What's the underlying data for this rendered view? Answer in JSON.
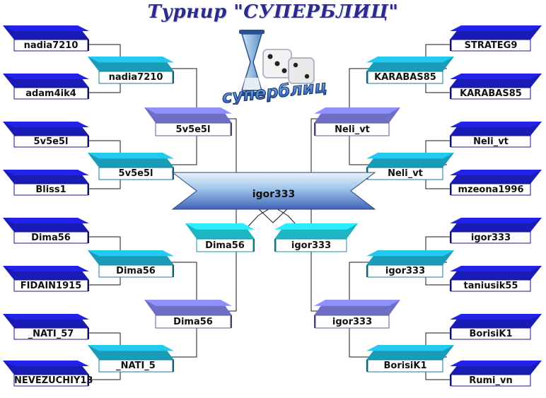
{
  "title": "Турнир \"СУПЕРБЛИЦ\"",
  "logo_text": "суперблиц",
  "colors": {
    "r1": "#1a1ab4",
    "r2": "#1a9bb8",
    "r3": "#6f6fc6",
    "semi": "#1fb6c4",
    "final": "#3f64b8",
    "face": "#ffffff",
    "line": "#1a1a1a"
  },
  "round1": {
    "left": [
      "nadia7210",
      "adam4ik4",
      "5v5e5l",
      "Bliss1",
      "Dima56",
      "FIDAIN1915",
      "_NATI_57",
      "NEVEZUCHIY13"
    ],
    "right": [
      "STRATEG9",
      "KARABAS85",
      "Neli_vt",
      "mzeona1996",
      "igor333",
      "taniusik55",
      "BorisiK1",
      "Rumi_vn"
    ]
  },
  "round2": {
    "left": [
      "nadia7210",
      "5v5e5l",
      "Dima56",
      "_NATI_5"
    ],
    "right": [
      "KARABAS85",
      "Neli_vt",
      "igor333",
      "BorisiK1"
    ]
  },
  "round3": {
    "left": [
      "5v5e5l",
      "Dima56"
    ],
    "right": [
      "Neli_vt",
      "igor333"
    ]
  },
  "semifinal": {
    "left": "Dima56",
    "right": "igor333"
  },
  "final": "igor333"
}
